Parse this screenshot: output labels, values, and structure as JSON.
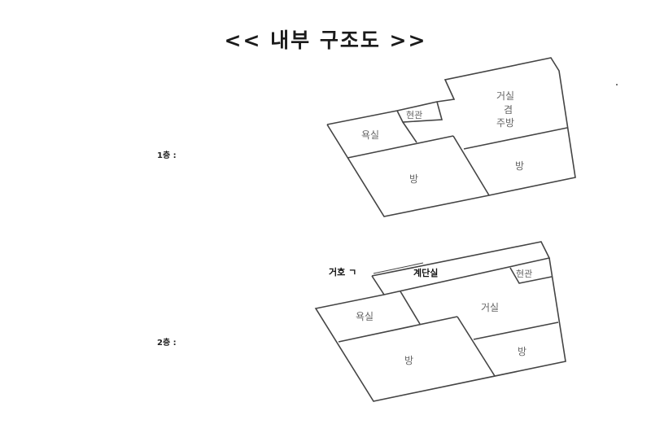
{
  "title": "<< 내부 구조도 >>",
  "floors": [
    {
      "label": "1층 :",
      "rooms": {
        "living": [
          "거실",
          "겸",
          "주방"
        ],
        "entrance": "현관",
        "bathroom": "욕실",
        "room_large": "방",
        "room_small": "방"
      }
    },
    {
      "label": "2층 :",
      "annotation": "거호 ㄱ",
      "stairwell": "계단실",
      "rooms": {
        "living": "거실",
        "entrance": "현관",
        "bathroom": "욕실",
        "room_large": "방",
        "room_small": "방"
      }
    }
  ],
  "colors": {
    "line": "#444444",
    "label_text": "#666666",
    "background": "#ffffff"
  }
}
